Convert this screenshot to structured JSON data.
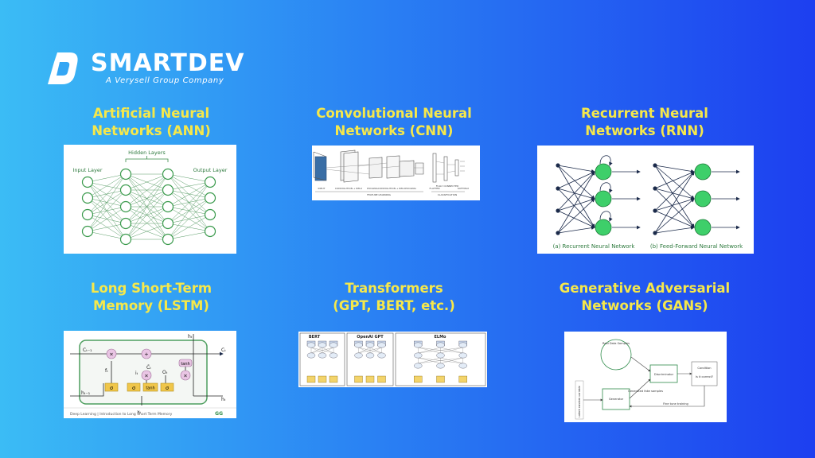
{
  "brand": {
    "name": "SMARTDEV",
    "tagline": "A Verysell Group Company"
  },
  "sections": [
    {
      "title_line1": "Artificial Neural",
      "title_line2": "Networks (ANN)"
    },
    {
      "title_line1": "Convolutional Neural",
      "title_line2": "Networks (CNN)"
    },
    {
      "title_line1": "Recurrent Neural",
      "title_line2": "Networks (RNN)"
    },
    {
      "title_line1": "Long Short-Term",
      "title_line2": "Memory (LSTM)"
    },
    {
      "title_line1": "Transformers",
      "title_line2": "(GPT, BERT, etc.)"
    },
    {
      "title_line1": "Generative Adversarial",
      "title_line2": "Networks (GANs)"
    }
  ],
  "ann": {
    "hidden_label": "Hidden Layers",
    "input_label": "Input Layer",
    "output_label": "Output Layer"
  },
  "cnn": {
    "captions": [
      "INPUT",
      "CONVOLUTION + RELU",
      "POOLING",
      "CONVOLUTION + RELU",
      "POOLING",
      "FLATTEN",
      "FULLY CONNECTED",
      "SOFTMAX"
    ],
    "group_left": "FEATURE LEARNING",
    "group_right": "CLASSIFICATION"
  },
  "rnn": {
    "caption_a": "(a) Recurrent Neural Network",
    "caption_b": "(b) Feed-Forward Neural Network"
  },
  "lstm": {
    "c_prev": "Cₜ₋₁",
    "c_t": "Cₜ",
    "h_prev": "hₜ₋₁",
    "h_t": "hₜ",
    "h_top": "hₜ",
    "x_t": "xₜ",
    "f_t": "fₜ",
    "i_t": "iₜ",
    "c_tilde": "C̃ₜ",
    "o_t": "Oₜ",
    "sigma": "σ",
    "tanh": "tanh",
    "times": "×",
    "plus": "+",
    "caption": "Deep Learning | Introduction to Long Short Term Memory",
    "gfg": "GG"
  },
  "transformers": {
    "bert": "BERT",
    "gpt": "OpenAI GPT",
    "elmo": "ELMo"
  },
  "gan": {
    "real": "Real Data Samples",
    "discriminator": "Discriminator",
    "generator": "Generator",
    "condition": "Condition",
    "correct": "Is it correct?",
    "generated": "Generated fake samples",
    "latent": "Latent random variable",
    "finetune": "Fine tune training"
  },
  "colors": {
    "title_yellow": "#f6e84a",
    "node_green": "#3ecf6a",
    "line_green": "#3a8a4a",
    "lstm_green": "#4d9e5e",
    "lstm_pink": "#e9c5e4",
    "lstm_yellow": "#f0c64a",
    "trf_yellow": "#f3d46b",
    "trf_blue": "#c9d9ef"
  }
}
